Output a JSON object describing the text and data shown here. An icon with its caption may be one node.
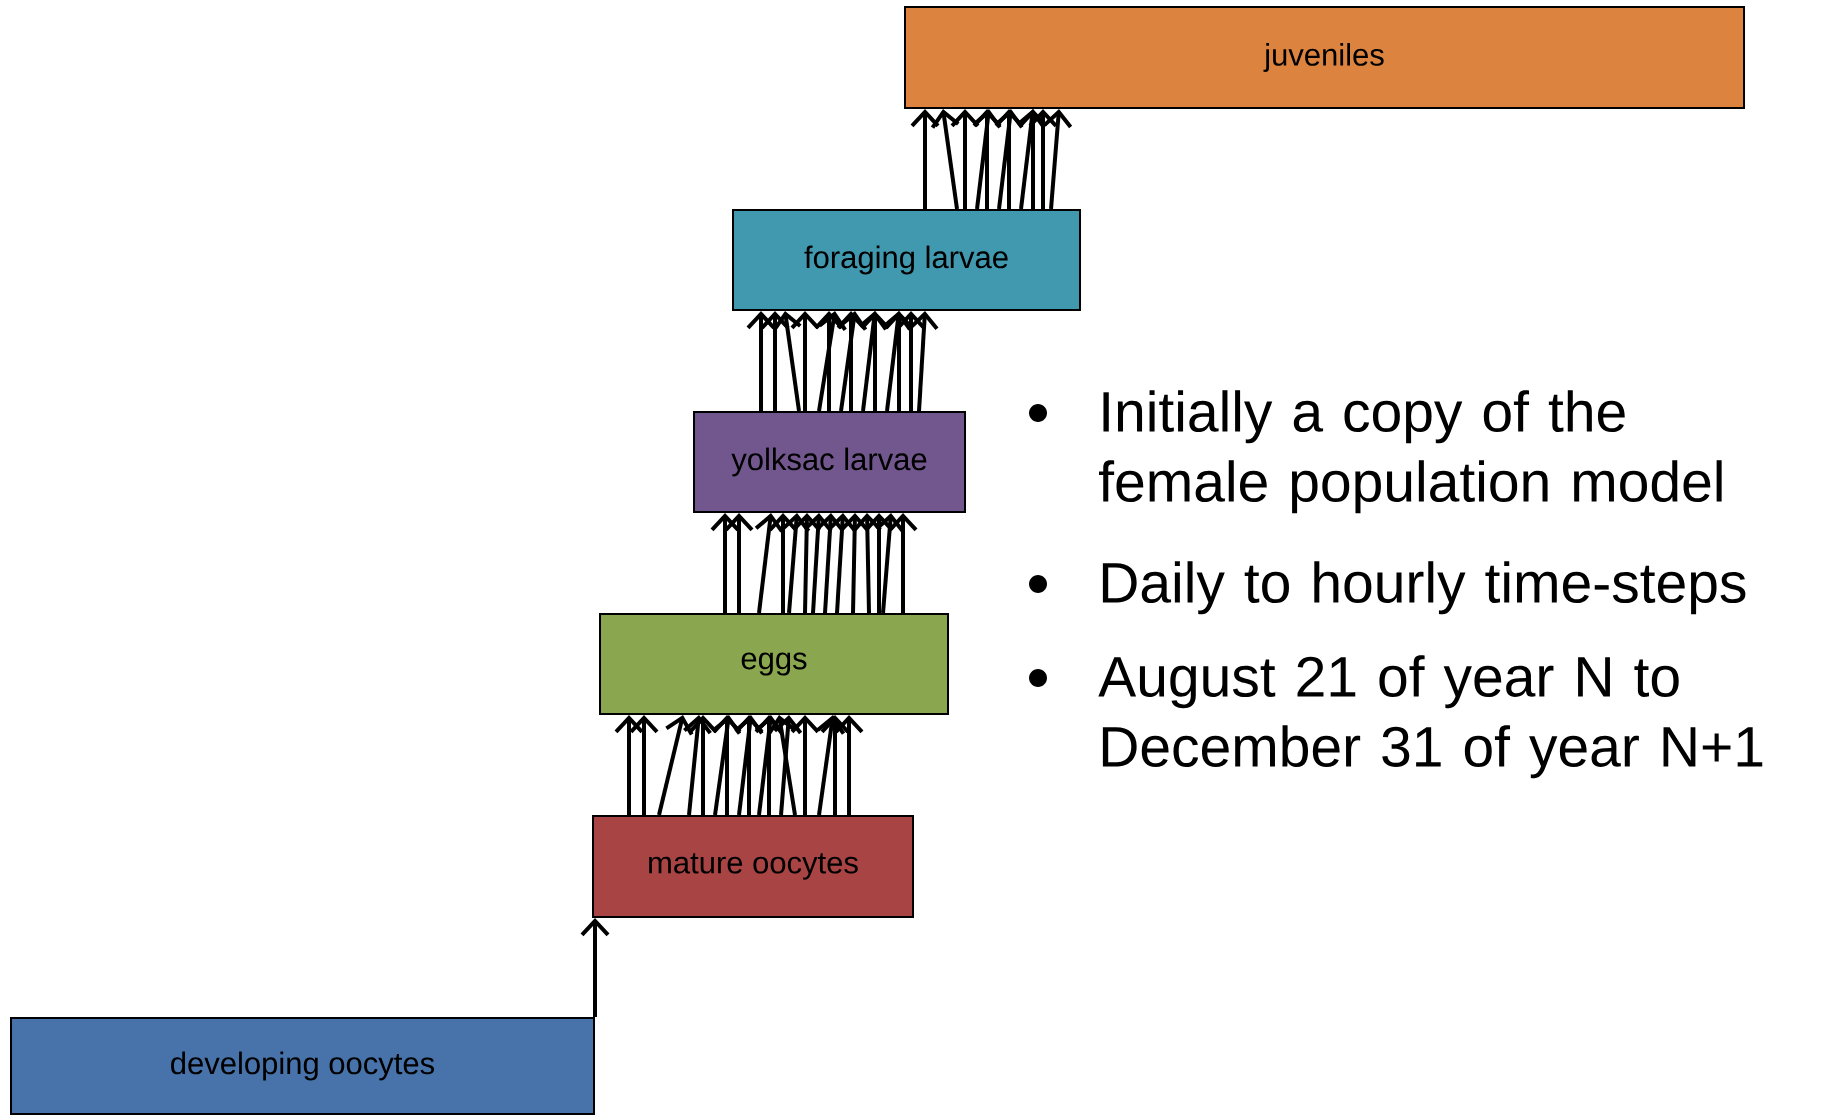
{
  "diagram": {
    "nodes": [
      {
        "text": [
          "juveniles"
        ]
      },
      {
        "text": [
          "foraging larvae"
        ]
      },
      {
        "text": [
          "yolksac larvae"
        ]
      },
      {
        "text": [
          "eggs"
        ]
      },
      {
        "text": [
          "mature oocytes"
        ]
      },
      {
        "text": [
          "developing oocytes"
        ]
      }
    ],
    "edges": [
      {
        "from": 5,
        "to": 4,
        "arrow": "to"
      },
      {
        "from": 4,
        "to": 3,
        "arrow": "to"
      },
      {
        "from": 4,
        "to": 3,
        "arrow": "to"
      },
      {
        "from": 4,
        "to": 3,
        "arrow": "to"
      },
      {
        "from": 4,
        "to": 3,
        "arrow": "to"
      },
      {
        "from": 4,
        "to": 3,
        "arrow": "to"
      },
      {
        "from": 4,
        "to": 3,
        "arrow": "to"
      },
      {
        "from": 4,
        "to": 3,
        "arrow": "to"
      },
      {
        "from": 4,
        "to": 3,
        "arrow": "to"
      },
      {
        "from": 4,
        "to": 3,
        "arrow": "to"
      },
      {
        "from": 4,
        "to": 3,
        "arrow": "to"
      },
      {
        "from": 4,
        "to": 3,
        "arrow": "to"
      },
      {
        "from": 4,
        "to": 3,
        "arrow": "to"
      },
      {
        "from": 4,
        "to": 3,
        "arrow": "to"
      },
      {
        "from": 4,
        "to": 3,
        "arrow": "to"
      },
      {
        "from": 4,
        "to": 3,
        "arrow": "to"
      },
      {
        "from": 4,
        "to": 3,
        "arrow": "to"
      },
      {
        "from": 4,
        "to": 3,
        "arrow": "to"
      },
      {
        "from": 3,
        "to": 2,
        "arrow": "to"
      },
      {
        "from": 3,
        "to": 2,
        "arrow": "to"
      },
      {
        "from": 3,
        "to": 2,
        "arrow": "to"
      },
      {
        "from": 3,
        "to": 2,
        "arrow": "to"
      },
      {
        "from": 3,
        "to": 2,
        "arrow": "to"
      },
      {
        "from": 3,
        "to": 2,
        "arrow": "to"
      },
      {
        "from": 3,
        "to": 2,
        "arrow": "to"
      },
      {
        "from": 3,
        "to": 2,
        "arrow": "to"
      },
      {
        "from": 3,
        "to": 2,
        "arrow": "to"
      },
      {
        "from": 3,
        "to": 2,
        "arrow": "to"
      },
      {
        "from": 3,
        "to": 2,
        "arrow": "to"
      },
      {
        "from": 3,
        "to": 2,
        "arrow": "to"
      },
      {
        "from": 3,
        "to": 2,
        "arrow": "to"
      },
      {
        "from": 3,
        "to": 2,
        "arrow": "to"
      },
      {
        "from": 2,
        "to": 1,
        "arrow": "to"
      },
      {
        "from": 2,
        "to": 1,
        "arrow": "to"
      },
      {
        "from": 2,
        "to": 1,
        "arrow": "to"
      },
      {
        "from": 2,
        "to": 1,
        "arrow": "to"
      },
      {
        "from": 2,
        "to": 1,
        "arrow": "to"
      },
      {
        "from": 2,
        "to": 1,
        "arrow": "to"
      },
      {
        "from": 2,
        "to": 1,
        "arrow": "to"
      },
      {
        "from": 2,
        "to": 1,
        "arrow": "to"
      },
      {
        "from": 2,
        "to": 1,
        "arrow": "to"
      },
      {
        "from": 2,
        "to": 1,
        "arrow": "to"
      },
      {
        "from": 2,
        "to": 1,
        "arrow": "to"
      },
      {
        "from": 2,
        "to": 1,
        "arrow": "to"
      },
      {
        "from": 2,
        "to": 1,
        "arrow": "to"
      },
      {
        "from": 2,
        "to": 1,
        "arrow": "to"
      },
      {
        "from": 1,
        "to": 0,
        "arrow": "to"
      },
      {
        "from": 1,
        "to": 0,
        "arrow": "to"
      },
      {
        "from": 1,
        "to": 0,
        "arrow": "to"
      },
      {
        "from": 1,
        "to": 0,
        "arrow": "to"
      },
      {
        "from": 1,
        "to": 0,
        "arrow": "to"
      },
      {
        "from": 1,
        "to": 0,
        "arrow": "to"
      },
      {
        "from": 1,
        "to": 0,
        "arrow": "to"
      },
      {
        "from": 1,
        "to": 0,
        "arrow": "to"
      },
      {
        "from": 1,
        "to": 0,
        "arrow": "to"
      },
      {
        "from": 1,
        "to": 0,
        "arrow": "to"
      },
      {
        "from": 1,
        "to": 0,
        "arrow": "to"
      }
    ],
    "labels": [
      "Initially a copy of the female population model",
      "Daily to hourly time-steps",
      "August 21 of year N to December 31 of year N+1"
    ]
  }
}
